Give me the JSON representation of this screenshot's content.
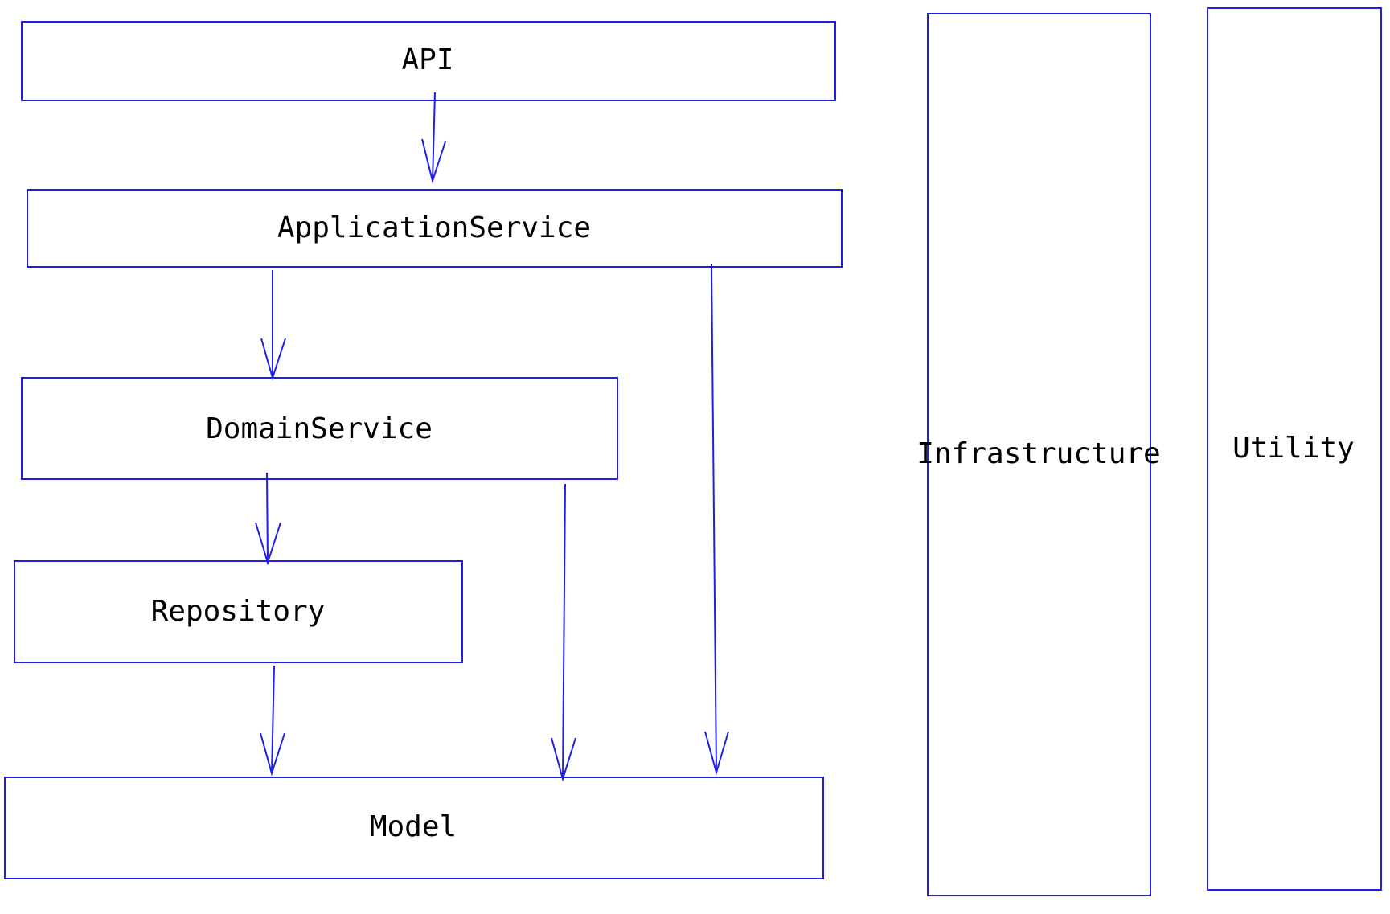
{
  "diagram": {
    "stroke_color": "#1f1fe8",
    "boxes": {
      "api": "API",
      "application_service": "ApplicationService",
      "domain_service": "DomainService",
      "repository": "Repository",
      "model": "Model",
      "infrastructure": "Infrastructure",
      "utility": "Utility"
    },
    "dependencies": [
      {
        "from": "api",
        "to": "application_service"
      },
      {
        "from": "application_service",
        "to": "domain_service"
      },
      {
        "from": "application_service",
        "to": "model"
      },
      {
        "from": "domain_service",
        "to": "repository"
      },
      {
        "from": "domain_service",
        "to": "model"
      },
      {
        "from": "repository",
        "to": "model"
      }
    ]
  }
}
